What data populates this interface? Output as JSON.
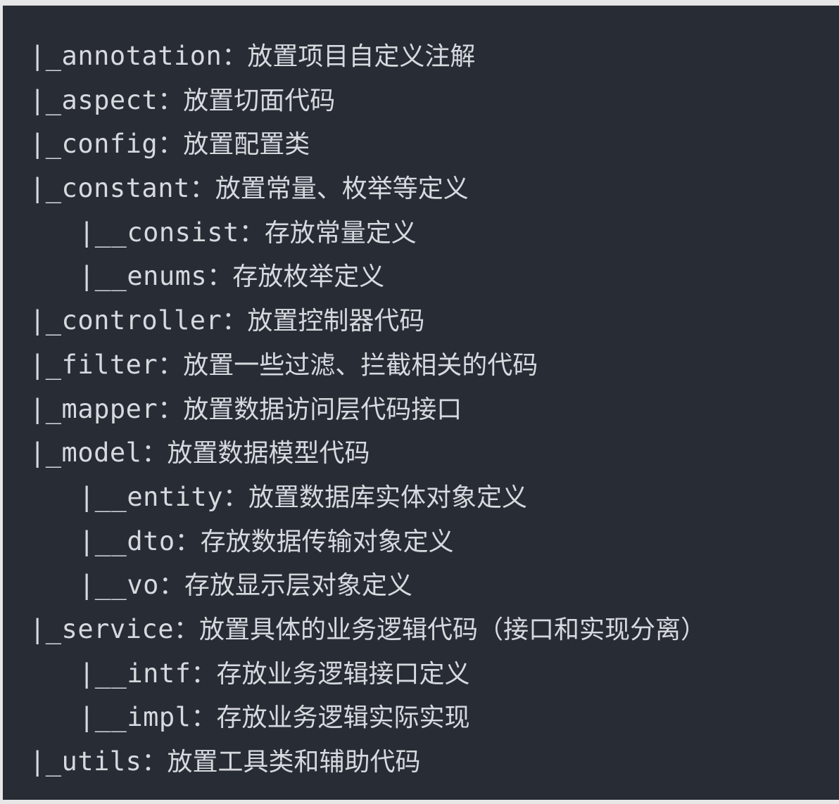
{
  "code_block": {
    "lines": [
      {
        "indent": 0,
        "prefix": "|_annotation",
        "desc": "：放置项目自定义注解"
      },
      {
        "indent": 0,
        "prefix": "|_aspect",
        "desc": "：放置切面代码"
      },
      {
        "indent": 0,
        "prefix": "|_config",
        "desc": "：放置配置类"
      },
      {
        "indent": 0,
        "prefix": "|_constant",
        "desc": "：放置常量、枚举等定义"
      },
      {
        "indent": 1,
        "prefix": "|__consist",
        "desc": "：存放常量定义"
      },
      {
        "indent": 1,
        "prefix": "|__enums",
        "desc": "：存放枚举定义"
      },
      {
        "indent": 0,
        "prefix": "|_controller",
        "desc": "：放置控制器代码"
      },
      {
        "indent": 0,
        "prefix": "|_filter",
        "desc": "：放置一些过滤、拦截相关的代码"
      },
      {
        "indent": 0,
        "prefix": "|_mapper",
        "desc": "：放置数据访问层代码接口"
      },
      {
        "indent": 0,
        "prefix": "|_model",
        "desc": "：放置数据模型代码"
      },
      {
        "indent": 1,
        "prefix": "|__entity",
        "desc": "：放置数据库实体对象定义"
      },
      {
        "indent": 1,
        "prefix": "|__dto",
        "desc": "：存放数据传输对象定义"
      },
      {
        "indent": 1,
        "prefix": "|__vo",
        "desc": "：存放显示层对象定义"
      },
      {
        "indent": 0,
        "prefix": "|_service",
        "desc": "：放置具体的业务逻辑代码（接口和实现分离）"
      },
      {
        "indent": 1,
        "prefix": "|__intf",
        "desc": "：存放业务逻辑接口定义"
      },
      {
        "indent": 1,
        "prefix": "|__impl",
        "desc": "：存放业务逻辑实际实现"
      },
      {
        "indent": 0,
        "prefix": "|_utils",
        "desc": "：放置工具类和辅助代码"
      }
    ]
  },
  "colors": {
    "background": "#282c34",
    "text": "#d6d9de",
    "page": "#e7e7e7"
  }
}
